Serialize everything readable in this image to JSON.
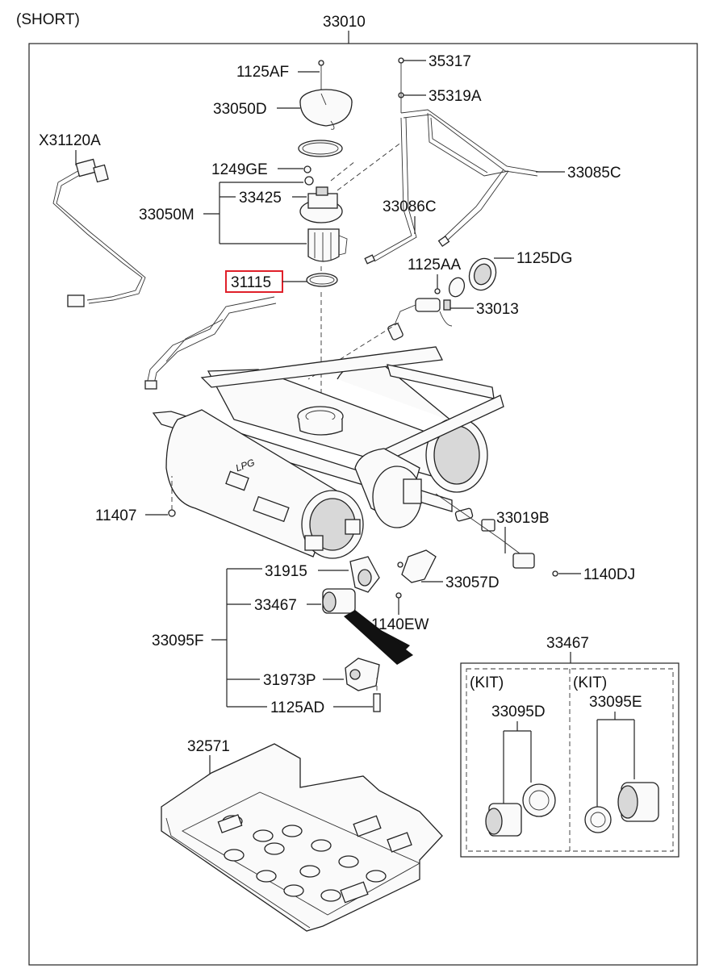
{
  "header": {
    "variant": "(SHORT)",
    "assembly_code": "33010"
  },
  "labels": {
    "l_1125AF": "1125AF",
    "l_35317": "35317",
    "l_35319A": "35319A",
    "l_33050D": "33050D",
    "l_X31120A": "X31120A",
    "l_1249GE": "1249GE",
    "l_33425": "33425",
    "l_33085C": "33085C",
    "l_33050M": "33050M",
    "l_33086C": "33086C",
    "l_1125AA": "1125AA",
    "l_1125DG": "1125DG",
    "l_31115": "31115",
    "l_33013": "33013",
    "l_11407": "11407",
    "l_33019B": "33019B",
    "l_31915": "31915",
    "l_1140DJ": "1140DJ",
    "l_33057D": "33057D",
    "l_33467": "33467",
    "l_1140EW": "1140EW",
    "l_33095F": "33095F",
    "l_31973P": "31973P",
    "l_1125AD": "1125AD",
    "l_32571": "32571",
    "kit_title": "33467",
    "kit1_tag": "(KIT)",
    "kit1_code": "33095D",
    "kit2_tag": "(KIT)",
    "kit2_code": "33095E",
    "tank_marking": "LPG"
  },
  "highlight": {
    "part": "31115",
    "color": "#e0202a"
  },
  "colors": {
    "line": "#222222",
    "background": "#ffffff"
  }
}
